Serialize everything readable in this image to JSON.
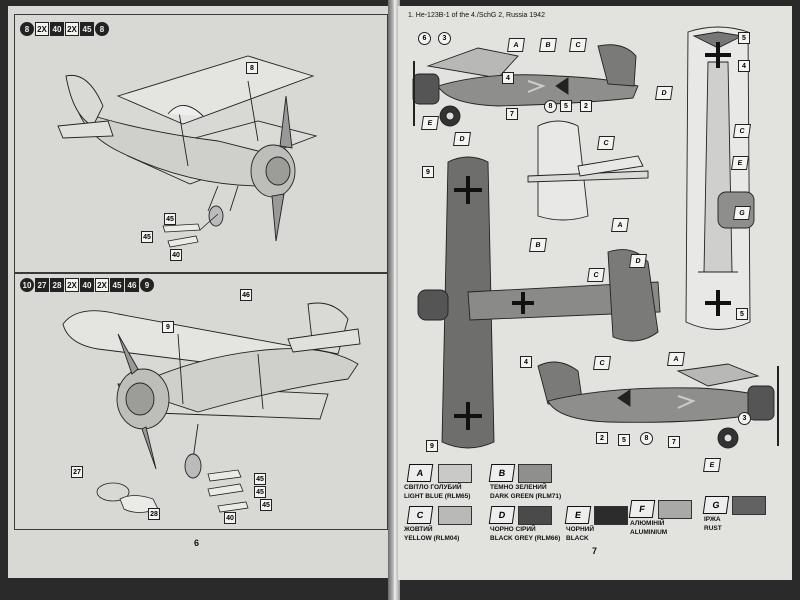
{
  "left_page": {
    "page_number": "6",
    "step1_parts": [
      "8",
      "2X",
      "40",
      "2X",
      "45",
      "8"
    ],
    "step1_callouts": [
      "8",
      "45",
      "45",
      "40"
    ],
    "step2_parts": [
      "10",
      "27",
      "28",
      "2X",
      "40",
      "2X",
      "45",
      "46",
      "9"
    ],
    "step2_callouts": [
      "46",
      "9",
      "45",
      "45",
      "45",
      "40",
      "27",
      "28"
    ]
  },
  "right_page": {
    "page_number": "7",
    "subtitle": "1. He-123B-1 of the 4./SchG 2, Russia 1942",
    "top_callouts": {
      "c6": "6",
      "c3": "3",
      "A": "A",
      "B": "B",
      "C": "C",
      "c2": "2",
      "c8": "8",
      "c5": "5",
      "c7": "7",
      "E": "E",
      "D": "D",
      "c4": "4"
    },
    "right_callouts": {
      "c4": "4",
      "c5": "5",
      "D": "D",
      "C": "C",
      "E": "E",
      "G": "G",
      "c5b": "5"
    },
    "mid_callouts": {
      "C": "C",
      "A": "A",
      "c9": "9",
      "B": "B",
      "C2": "C",
      "D": "D",
      "c9b": "9"
    },
    "bottom_callouts": {
      "c4": "4",
      "C": "C",
      "A": "A",
      "c5": "5",
      "c2": "2",
      "c8": "8",
      "c7": "7",
      "E": "E",
      "c3": "3"
    },
    "legend": [
      {
        "letter": "A",
        "line1": "СВІТЛО ГОЛУБИЙ",
        "line2": "LIGHT BLUE (RLM65)",
        "color": "#c9c9c7"
      },
      {
        "letter": "B",
        "line1": "ТЕМНО ЗЕЛЕНИЙ",
        "line2": "DARK GREEN (RLM71)",
        "color": "#8f8f8d"
      },
      {
        "letter": "C",
        "line1": "ЖОВТИЙ",
        "line2": "YELLOW (RLM04)",
        "color": "#b9b9b7"
      },
      {
        "letter": "D",
        "line1": "ЧОРНО СІРИЙ",
        "line2": "BLACK GREY (RLM66)",
        "color": "#4a4a4a"
      },
      {
        "letter": "E",
        "line1": "ЧОРНИЙ",
        "line2": "BLACK",
        "color": "#2c2c2c"
      },
      {
        "letter": "F",
        "line1": "АЛЮМІНІЙ",
        "line2": "ALUMINIUM",
        "color": "#a9a9a7"
      },
      {
        "letter": "G",
        "line1": "ІРЖА",
        "line2": "RUST",
        "color": "#626262"
      }
    ]
  }
}
